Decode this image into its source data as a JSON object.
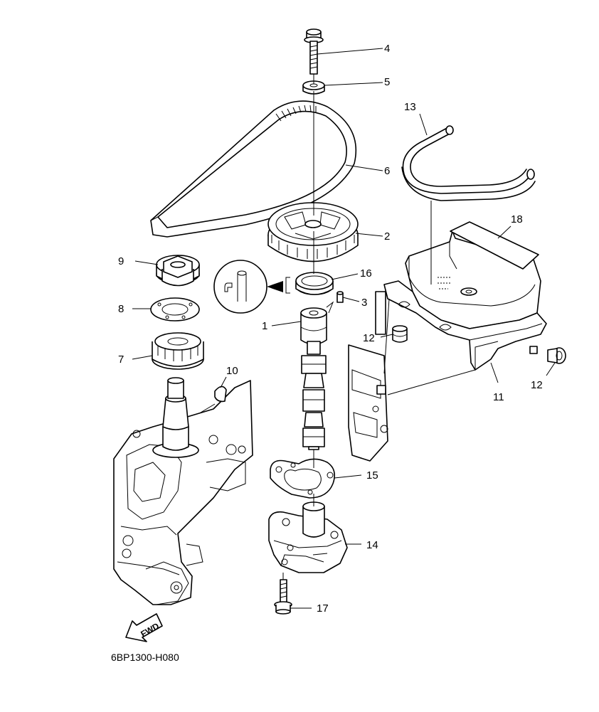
{
  "diagram_code": "6BP1300-H080",
  "fwd_label": "FWD",
  "callouts": [
    "1",
    "2",
    "3",
    "4",
    "5",
    "6",
    "7",
    "8",
    "9",
    "10",
    "11",
    "12",
    "12",
    "13",
    "14",
    "15",
    "16",
    "17",
    "18"
  ]
}
